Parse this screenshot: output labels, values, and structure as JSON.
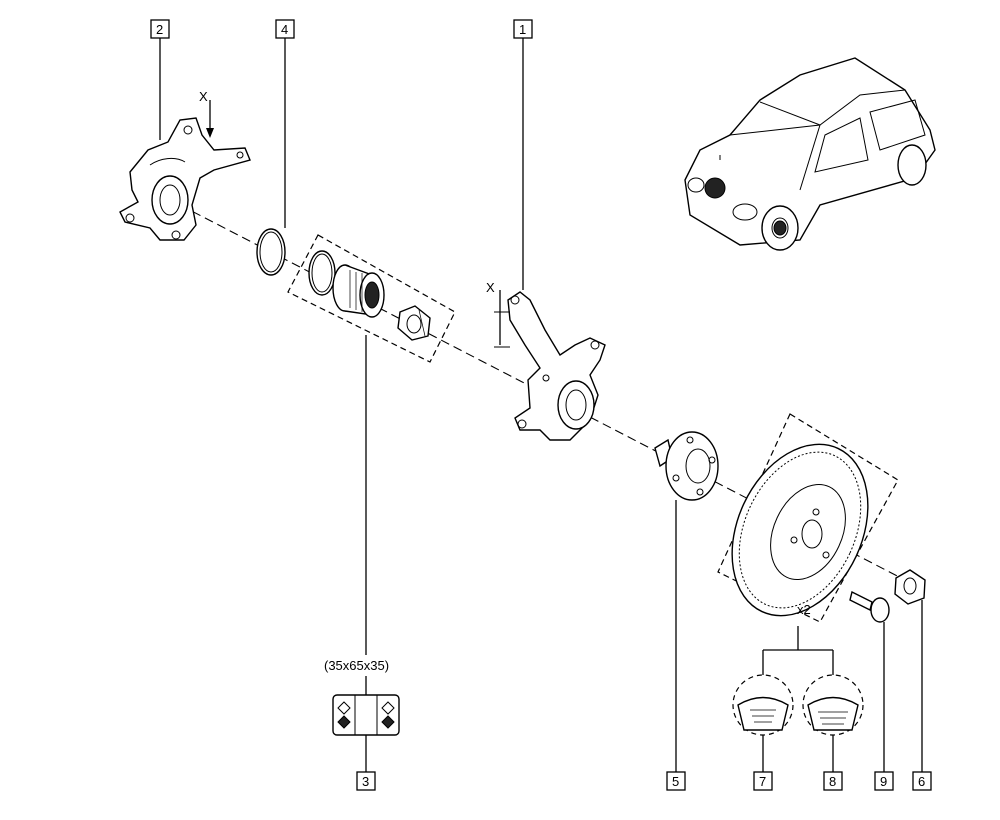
{
  "callouts": [
    {
      "id": "c1",
      "text": "1"
    },
    {
      "id": "c2",
      "text": "2"
    },
    {
      "id": "c3",
      "text": "3"
    },
    {
      "id": "c4",
      "text": "4"
    },
    {
      "id": "c5",
      "text": "5"
    },
    {
      "id": "c6",
      "text": "6"
    },
    {
      "id": "c7",
      "text": "7"
    },
    {
      "id": "c8",
      "text": "8"
    },
    {
      "id": "c9",
      "text": "9"
    }
  ],
  "labels": {
    "x_mark_left": "X",
    "x_mark_right": "X",
    "bearing_size": "(35x65x35)",
    "quantity": "x2"
  }
}
